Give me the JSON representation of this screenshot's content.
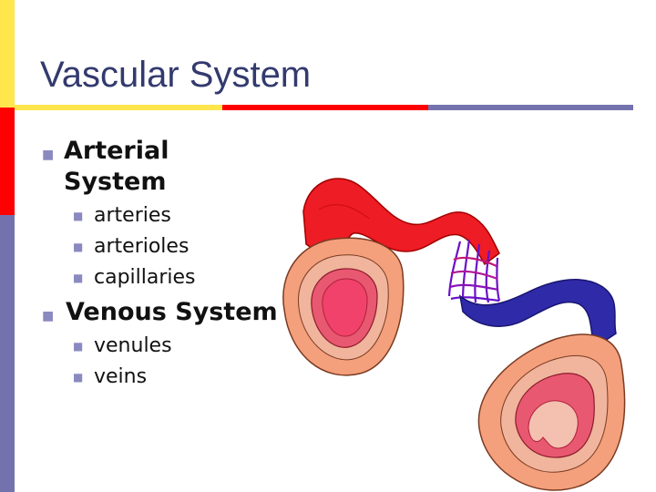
{
  "slide": {
    "title": "Vascular System",
    "bullet_glyph": "■",
    "accent_colors": {
      "yellow": "#ffe64d",
      "red": "#ff0000",
      "blue": "#7472ad",
      "title": "#333a6e"
    },
    "sections": [
      {
        "heading": "Arterial System",
        "items": [
          "arteries",
          "arterioles",
          "capillaries"
        ]
      },
      {
        "heading": "Venous System",
        "items": [
          "venules",
          "veins"
        ]
      }
    ]
  }
}
